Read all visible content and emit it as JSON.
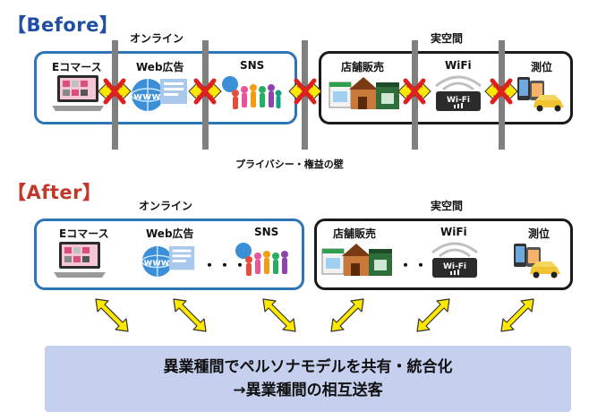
{
  "before": {
    "title": "【Before】",
    "online_label": "オンライン",
    "real_label": "実空間",
    "items": [
      "Eコマース",
      "Web広告",
      "SNS",
      "店舗販売",
      "WiFi",
      "測位"
    ],
    "wall_label": "プライバシー・権益の壁"
  },
  "after": {
    "title": "【After】",
    "online_label": "オンライン",
    "real_label": "実空間",
    "items": [
      "Eコマース",
      "Web広告",
      "SNS",
      "店舗販売",
      "WiFi",
      "測位"
    ],
    "ellipsis": "・・・"
  },
  "result": {
    "line1": "異業種間でペルソナモデルを共有・統合化",
    "line2": "→異業種間の相互送客"
  },
  "icon_text": {
    "wifi_screen": "Wi-Fi",
    "www": "www"
  },
  "colors": {
    "before_title": "#1f4ea3",
    "after_title": "#c0392b",
    "online_border": "#2e75b6",
    "real_border": "#1a1a1a",
    "wall": "#808080",
    "cross": "#e02020",
    "arrow_fill": "#ffe800",
    "result_bg": "#c5cfee"
  }
}
